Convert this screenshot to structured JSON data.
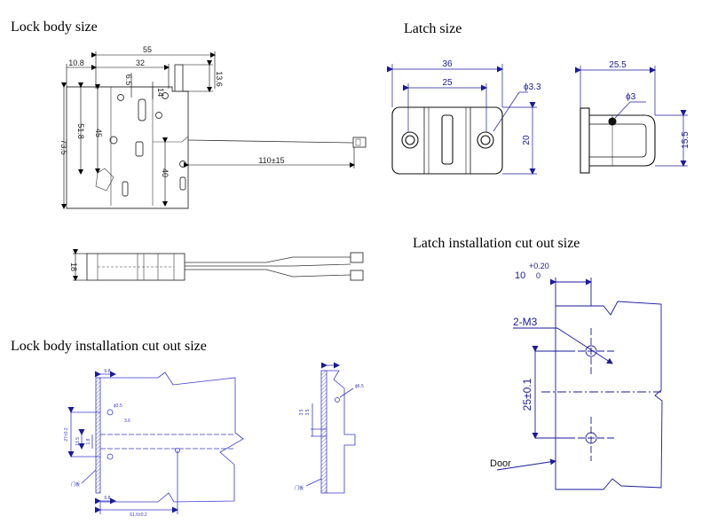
{
  "titles": {
    "lock_body_size": "Lock body size",
    "latch_size": "Latch size",
    "latch_cutout": "Latch installation cut out size",
    "lock_body_cutout": "Lock body installation cut out size"
  },
  "lock_body": {
    "dim_55": "55",
    "dim_10_8": "10.8",
    "dim_32": "32",
    "dim_13_6": "13.6",
    "dim_6_5": "6.5",
    "dim_14": "14",
    "dim_51_8": "51.8",
    "dim_73_5": "73.5",
    "dim_45": "45",
    "dim_40": "40",
    "dim_wire": "110±15",
    "dim_18": "18"
  },
  "latch": {
    "dim_36": "36",
    "dim_25": "25",
    "dim_hole": "ϕ3.3",
    "dim_20": "20",
    "dim_25_5": "25.5",
    "dim_phi3": "ϕ3",
    "dim_15_5": "15.5"
  },
  "latch_cutout": {
    "dim_10": "10",
    "tol_upper": "+0.20",
    "tol_lower": "0",
    "screw_label": "2-M3",
    "spacing": "25±0.1",
    "door_label": "Door"
  },
  "lock_cutout": {
    "dim_top": "6.8",
    "dim_hole": "ϕ3.5",
    "dim_small": "3.6",
    "dim_vert_a": "27±0.2",
    "dim_vert_b": "13.5",
    "dim_vert_c": "1.8",
    "door_label_a": "门板",
    "dim_bottom_a": "6.8",
    "dim_bottom_b": "61.6±0.2",
    "side_hole": "ϕ6.5",
    "side_a": "3.5",
    "side_b": "3.5",
    "door_label_b": "门板"
  }
}
